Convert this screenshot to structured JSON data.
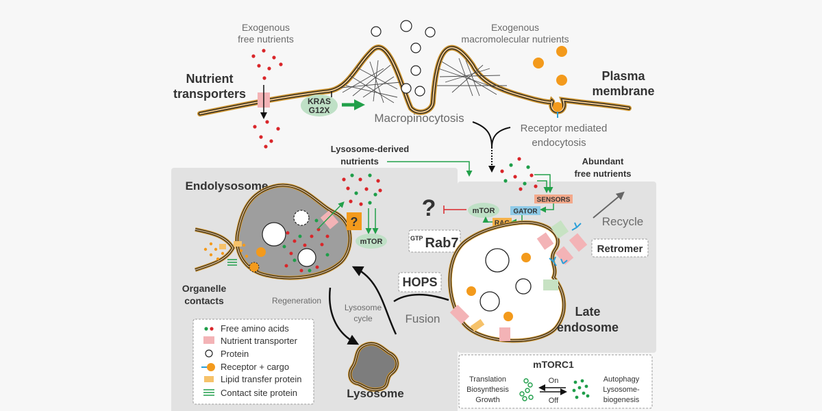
{
  "labels": {
    "exo_free": [
      "Exogenous",
      "free nutrients"
    ],
    "exo_macro": [
      "Exogenous",
      "macromolecular nutrients"
    ],
    "nutrient_transporters": [
      "Nutrient",
      "transporters"
    ],
    "plasma_membrane": [
      "Plasma",
      "membrane"
    ],
    "kras": [
      "KRAS",
      "G12X"
    ],
    "macropinocytosis": "Macropinocytosis",
    "receptor_endo": [
      "Receptor mediated",
      "endocytosis"
    ],
    "lyso_derived": [
      "Lysosome-derived",
      "nutrients"
    ],
    "abundant": [
      "Abundant",
      "free nutrients"
    ],
    "endolysosome": "Endolysosome",
    "organelle_contacts": [
      "Organelle",
      "contacts"
    ],
    "regeneration": "Regeneration",
    "lysosome_cycle": [
      "Lysosome",
      "cycle"
    ],
    "fusion": "Fusion",
    "hops": "HOPS",
    "lysosome": "Lysosome",
    "late_endosome": [
      "Late",
      "endosome"
    ],
    "recycle": "Recycle",
    "retromer": "Retromer",
    "gtp": "GTP",
    "rab7": "Rab7",
    "question": "?",
    "mtor": "mTOR",
    "sensors": "SENSORS",
    "gator": "GATOR",
    "rag": "RAG"
  },
  "legend": [
    {
      "icon": "amino-acids-icon",
      "label": "Free amino acids"
    },
    {
      "icon": "transporter-icon",
      "label": "Nutrient transporter"
    },
    {
      "icon": "protein-icon",
      "label": "Protein"
    },
    {
      "icon": "receptor-cargo-icon",
      "label": "Receptor + cargo"
    },
    {
      "icon": "lipid-transfer-icon",
      "label": "Lipid transfer protein"
    },
    {
      "icon": "contact-site-icon",
      "label": "Contact site protein"
    }
  ],
  "mtorc1": {
    "title": "mTORC1",
    "left": [
      "Translation",
      "Biosynthesis",
      "Growth"
    ],
    "on": "On",
    "off": "Off",
    "right": [
      "Autophagy",
      "Lysosome-",
      "biogenesis"
    ]
  },
  "colors": {
    "membrane": "#c8902e",
    "orange": "#f39a1c",
    "red_dot": "#d9262a",
    "green_dot": "#1f9e4a",
    "transporter": "#f3b3b6",
    "green_pale": "#c7e2c3",
    "panel": "#e2e2e2",
    "lumen": "#9e9e9e",
    "mtor_fill": "#bfe0c6",
    "sensors_fill": "#f3a98b",
    "gator_fill": "#8fcbe8",
    "rag_fill": "#f6b24b",
    "inhibit": "#d9262a",
    "arrow_green": "#22a04a"
  }
}
